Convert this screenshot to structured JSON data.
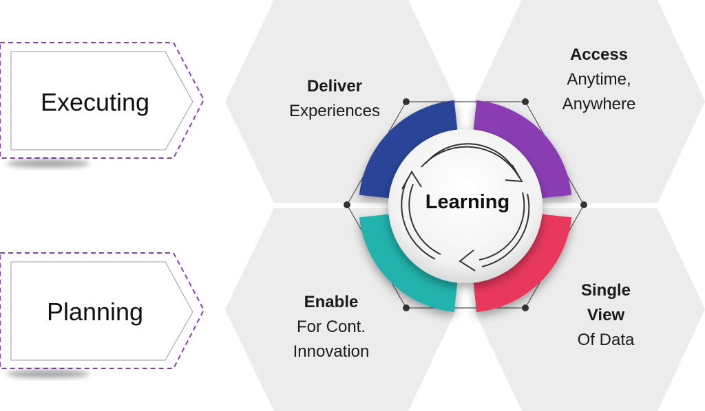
{
  "diagram": {
    "center_label": "Learning",
    "stages": [
      {
        "id": "executing",
        "label": "Executing"
      },
      {
        "id": "planning",
        "label": "Planning"
      }
    ],
    "segments": [
      {
        "id": "deliver",
        "title": "Deliver",
        "subtitle": [
          "Experiences"
        ],
        "color": "#2a4597"
      },
      {
        "id": "access",
        "title": "Access",
        "subtitle": [
          "Anytime,",
          "Anywhere"
        ],
        "color": "#8a3eb3"
      },
      {
        "id": "single-view",
        "title": "Single View",
        "subtitle": [
          "Of Data"
        ],
        "color": "#e8385c"
      },
      {
        "id": "enable",
        "title": "Enable",
        "subtitle": [
          "For Cont.",
          "Innovation"
        ],
        "color": "#23b3ad"
      }
    ],
    "single_view_title_lines": [
      "Single",
      "View"
    ]
  }
}
